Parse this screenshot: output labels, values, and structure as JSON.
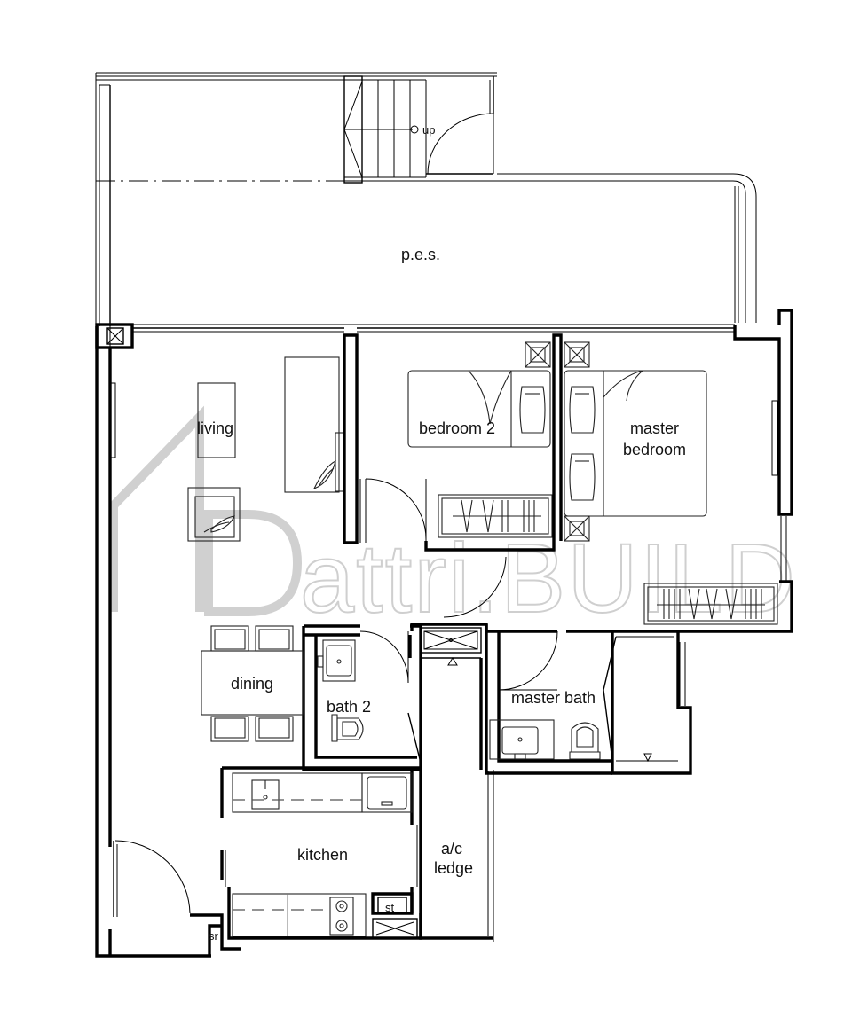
{
  "plan": {
    "rooms": {
      "pes": "p.e.s.",
      "living": "living",
      "bedroom2": "bedroom 2",
      "master_line1": "master",
      "master_line2": "bedroom",
      "dining": "dining",
      "bath2": "bath 2",
      "master_bath": "master bath",
      "kitchen": "kitchen",
      "ac_line1": "a/c",
      "ac_line2": "ledge",
      "st": "st",
      "sr": "sr"
    },
    "stair_label": "up"
  },
  "watermark": {
    "text": "attri.BUILD"
  },
  "colors": {
    "wall": "#000000",
    "furniture": "#222222",
    "watermark": "#cfcfcf",
    "background": "#ffffff"
  }
}
